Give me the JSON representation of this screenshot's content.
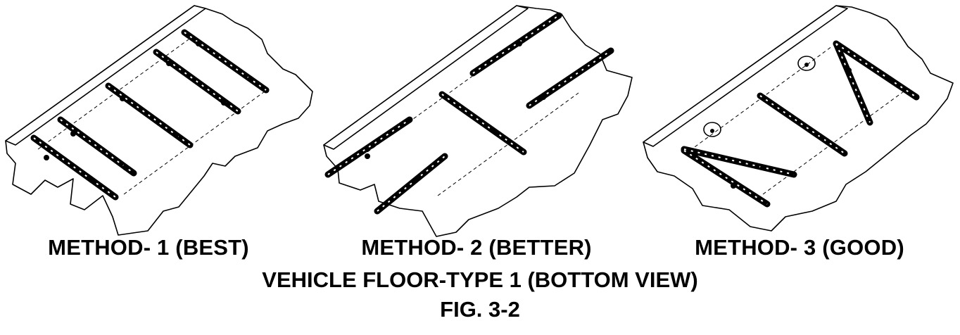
{
  "figure": {
    "methods": [
      {
        "label": "METHOD- 1 (BEST)"
      },
      {
        "label": "METHOD- 2 (BETTER)"
      },
      {
        "label": "METHOD- 3 (GOOD)"
      }
    ],
    "title": "VEHICLE FLOOR-TYPE 1 (BOTTOM VIEW)",
    "fig_number": "FIG. 3-2"
  }
}
